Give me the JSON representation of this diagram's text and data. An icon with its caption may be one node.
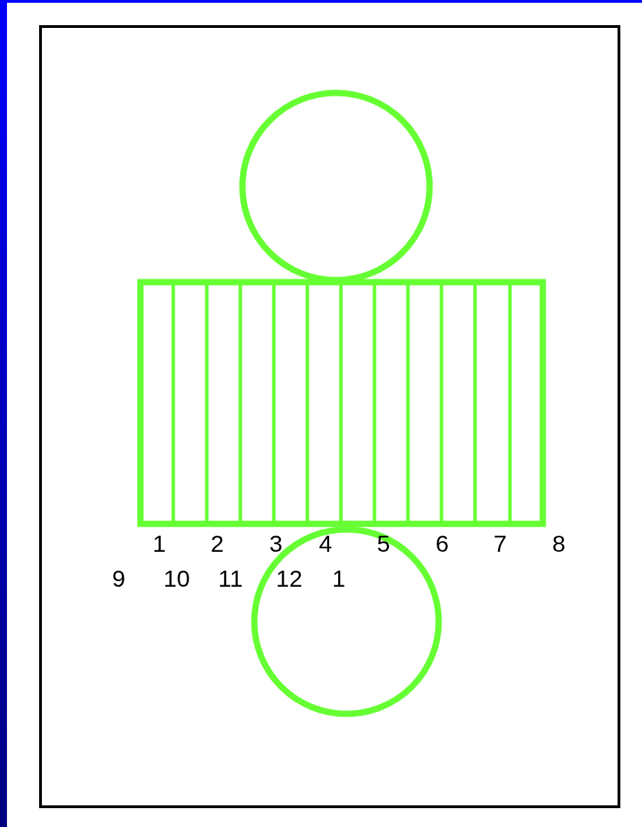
{
  "diagram": {
    "labels": [
      "1",
      "2",
      "3",
      "4",
      "5",
      "6",
      "7",
      "8",
      "9",
      "10",
      "11",
      "12",
      "1"
    ]
  }
}
